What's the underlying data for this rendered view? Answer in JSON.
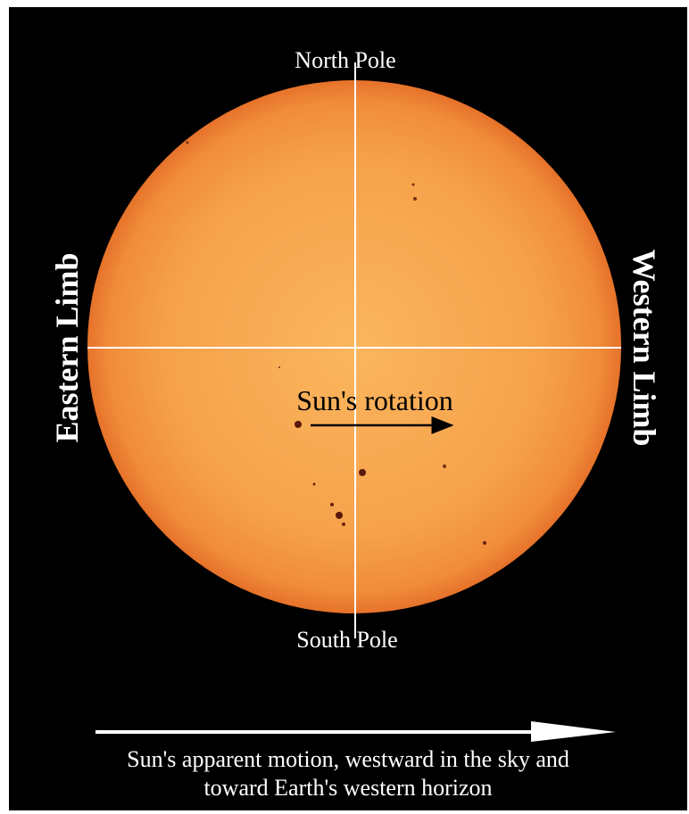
{
  "labels": {
    "north_pole": "North Pole",
    "south_pole": "South Pole",
    "eastern_limb": "Eastern Limb",
    "western_limb": "Western Limb",
    "rotation": "Sun's rotation"
  },
  "caption": {
    "line1": "Sun's apparent motion, westward in the sky and",
    "line2": "toward Earth's western horizon"
  },
  "colors": {
    "background": "#000000",
    "sun_center": "#f9b25a",
    "sun_limb": "#ee7a2c",
    "lines": "#ffffff",
    "sunspot": "#5a1808"
  }
}
